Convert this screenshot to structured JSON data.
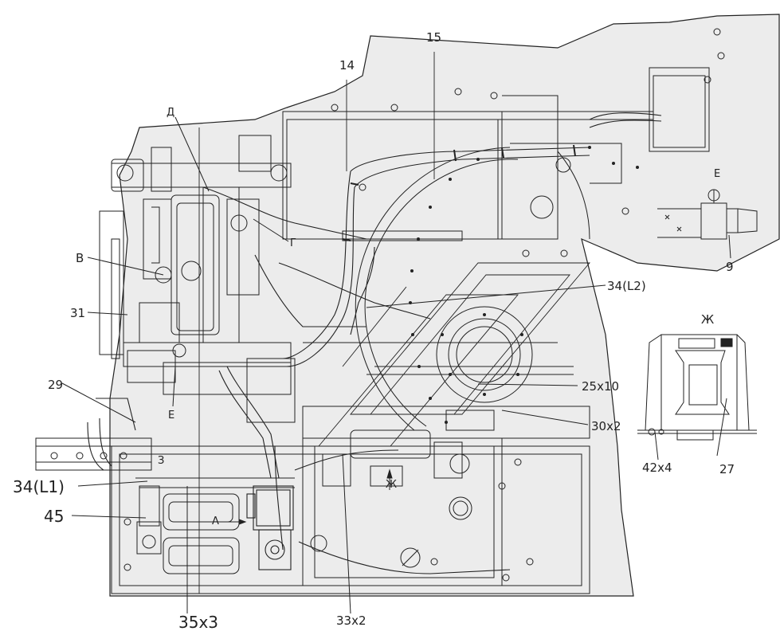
{
  "callouts": {
    "c14": "14",
    "c15": "15",
    "cD": "Д",
    "cG": "Г",
    "cV": "В",
    "c31": "31",
    "c29": "29",
    "cE_main": "Е",
    "c34L1": "34(L1)",
    "cZ": "З",
    "c45": "45",
    "cA": "А",
    "c35x3": "35x3",
    "c33x2": "33x2",
    "c34L2": "34(L2)",
    "c25x10": "25x10",
    "c30x2": "30x2",
    "cZh_main": "Ж"
  },
  "detail_e": {
    "title": "Е",
    "part": "9"
  },
  "detail_zh": {
    "title": "Ж",
    "part_a": "42x4",
    "part_b": "27"
  },
  "colors": {
    "ink": "#222222",
    "fill": "#e9e9e9",
    "paper": "#ffffff"
  }
}
